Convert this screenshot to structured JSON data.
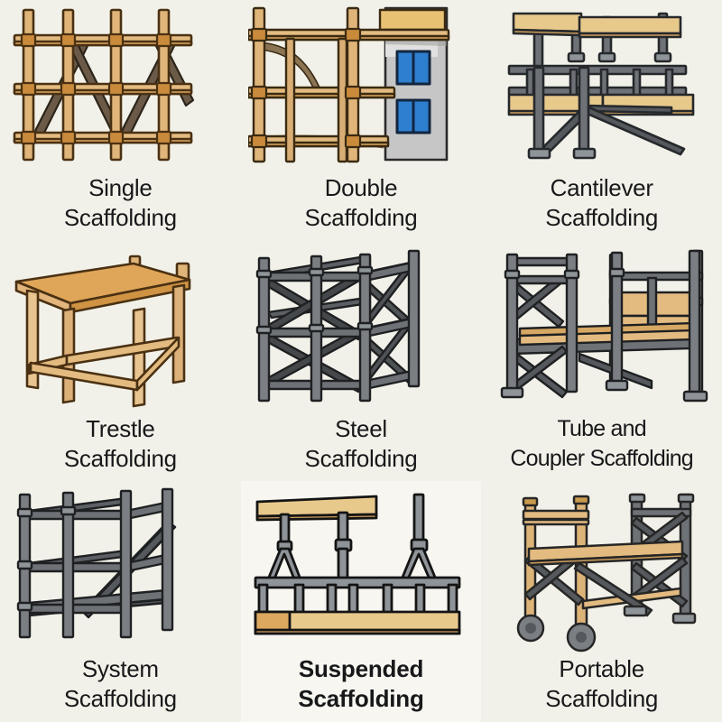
{
  "poster": {
    "background_color": "#f2f1e9",
    "grid": {
      "columns": 3,
      "rows": 3
    },
    "text_color": "#18181a"
  },
  "palette": {
    "wood_light": "#e8c98c",
    "wood_mid": "#dca85f",
    "wood_dark": "#c98a3c",
    "wood_outline": "#4a3113",
    "steel_light": "#8f9499",
    "steel_mid": "#6e7277",
    "steel_dark": "#3c3f42",
    "steel_outline": "#1e2022",
    "building_gray": "#c6c6c6",
    "building_shadow": "#d8d8d8",
    "window_blue": "#2f7fd0",
    "window_frame": "#12263f",
    "highlight_panel": "#f7f6f1"
  },
  "cells": [
    {
      "id": "single-scaffolding",
      "icon_name": "single-scaffolding-illustration",
      "caption": "Single\nScaffolding",
      "material": "wood",
      "highlighted": false
    },
    {
      "id": "double-scaffolding",
      "icon_name": "double-scaffolding-illustration",
      "caption": "Double\nScaffolding",
      "material": "wood",
      "highlighted": false
    },
    {
      "id": "cantilever-scaffolding",
      "icon_name": "cantilever-scaffolding-illustration",
      "caption": "Cantilever\nScaffolding",
      "material": "steel-and-wood",
      "highlighted": false
    },
    {
      "id": "trestle-scaffolding",
      "icon_name": "trestle-scaffolding-illustration",
      "caption": "Trestle\nScaffolding",
      "material": "wood",
      "highlighted": false
    },
    {
      "id": "steel-scaffolding",
      "icon_name": "steel-scaffolding-illustration",
      "caption": "Steel\nScaffolding",
      "material": "steel",
      "highlighted": false
    },
    {
      "id": "tube-and-coupler-scaffolding",
      "icon_name": "tube-and-coupler-scaffolding-illustration",
      "caption": "Tube and\nCoupler Scaffolding",
      "material": "steel-and-wood",
      "highlighted": false
    },
    {
      "id": "system-scaffolding",
      "icon_name": "system-scaffolding-illustration",
      "caption": "System\nScaffolding",
      "material": "steel",
      "highlighted": false
    },
    {
      "id": "suspended-scaffolding",
      "icon_name": "suspended-scaffolding-illustration",
      "caption": "Suspended\nScaffolding",
      "material": "steel-and-wood",
      "highlighted": true
    },
    {
      "id": "portable-scaffolding",
      "icon_name": "portable-scaffolding-illustration",
      "caption": "Portable\nScaffolding",
      "material": "steel-and-wood",
      "highlighted": false
    }
  ]
}
